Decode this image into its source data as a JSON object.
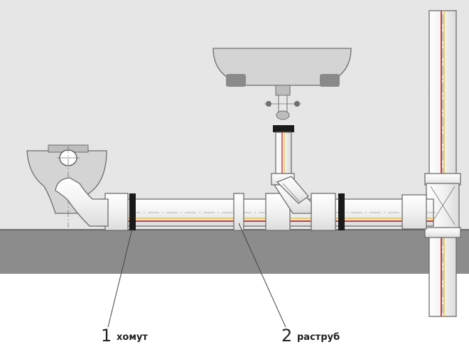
{
  "colors": {
    "wall": "#e6e6e6",
    "floor": "#8c8c8c",
    "pipe_fill": "#fafafa",
    "pipe_stroke": "#6e6e6e",
    "fixture_fill": "#d4d4d4",
    "fixture_dark": "#8a8a8a",
    "stripe_red": "#d13a3a",
    "stripe_yellow": "#e0c84a",
    "clamp": "#1a1a1a",
    "leader": "#444444"
  },
  "callouts": [
    {
      "number": "1",
      "label": "хомут"
    },
    {
      "number": "2",
      "label": "раструб"
    }
  ],
  "components": {
    "toilet": "toilet-bowl",
    "sink": "wash-basin",
    "drain_pipe": "horizontal-drain-pipe",
    "riser": "vertical-riser-pipe",
    "tee": "riser-tee",
    "wye": "sink-branch-wye"
  }
}
